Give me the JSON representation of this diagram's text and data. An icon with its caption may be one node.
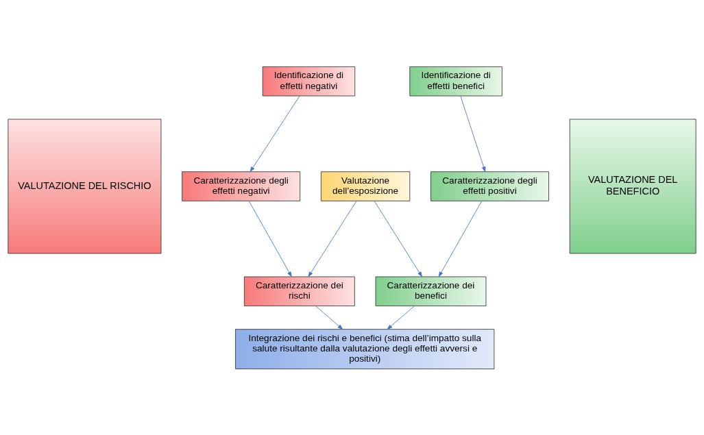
{
  "diagram": {
    "nodes": [
      {
        "text": [
          "VALUTAZIONE DEL RISCHIO"
        ]
      },
      {
        "text": [
          "Identificazione di effetti negativi"
        ]
      },
      {
        "text": [
          "Identificazione di effetti benefici"
        ]
      },
      {
        "text": [
          "Caratterizzazione degli effetti negativi"
        ]
      },
      {
        "text": [
          "Valutazione dell’esposizione"
        ]
      },
      {
        "text": [
          "Caratterizzazione degli effetti positivi"
        ]
      },
      {
        "text": [
          "Caratterizzazione dei rischi"
        ]
      },
      {
        "text": [
          "Caratterizzazione dei benefici"
        ]
      },
      {
        "text": [
          "Integrazione dei rischi e benefici (stima dell’impatto sulla salute risultante dalla valutazione degli effetti avversi e positivi)"
        ]
      },
      {
        "text": [
          "VALUTAZIONE DEL BENEFICIO"
        ]
      }
    ],
    "edges": [
      {
        "from": 1,
        "to": 3,
        "arrow": "to"
      },
      {
        "from": 3,
        "to": 6,
        "arrow": "to"
      },
      {
        "from": 4,
        "to": 6,
        "arrow": "to"
      },
      {
        "from": 4,
        "to": 7,
        "arrow": "to"
      },
      {
        "from": 2,
        "to": 5,
        "arrow": "to"
      },
      {
        "from": 5,
        "to": 7,
        "arrow": "to"
      },
      {
        "from": 6,
        "to": 8,
        "arrow": "to"
      },
      {
        "from": 7,
        "to": 8,
        "arrow": "to"
      }
    ]
  }
}
